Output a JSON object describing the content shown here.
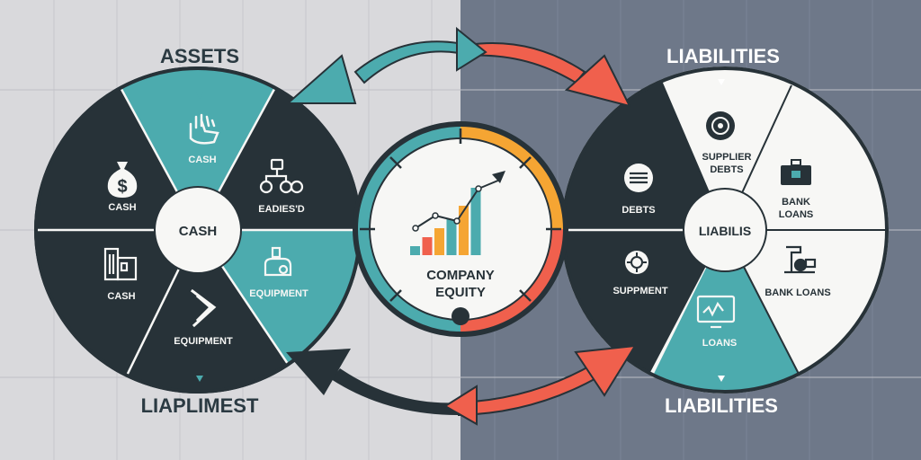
{
  "colors": {
    "left_bg": "#d9d9dc",
    "right_bg": "#6e7889",
    "grid_line": "#c4c4c8",
    "dark": "#273238",
    "teal": "#4cabae",
    "white": "#f7f7f5",
    "orange": "#f5a533",
    "coral": "#f0604d",
    "title_dark": "#2b3a42",
    "title_light": "#ffffff"
  },
  "left": {
    "title_top": "ASSETS",
    "title_bottom": "LIAPLIMEST",
    "center_label": "CASH",
    "segments": {
      "top": {
        "label": "CASH",
        "icon": "hand-icon"
      },
      "top_right": {
        "label": "EADIES'D",
        "icon": "network-icon"
      },
      "bottom_right": {
        "label": "EQUIPMENT",
        "icon": "machine-icon"
      },
      "bottom": {
        "label": "EQUIPMENT",
        "icon": "tool-icon"
      },
      "bottom_left": {
        "label": "CASH",
        "icon": "building-icon"
      },
      "top_left": {
        "label": "CASH",
        "icon": "money-bag-icon",
        "icon_glyph": "$"
      }
    }
  },
  "right": {
    "title_top": "LIABILITIES",
    "title_bottom": "LIABILITIES",
    "center_label": "LIABILIS",
    "segments": {
      "top": {
        "label_line1": "SUPPLIER",
        "label_line2": "DEBTS",
        "icon": "coin-icon"
      },
      "top_right": {
        "label_line1": "BANK",
        "label_line2": "LOANS",
        "icon": "briefcase-icon"
      },
      "bottom_right": {
        "label": "BANK LOANS",
        "icon": "desk-icon"
      },
      "bottom": {
        "label": "LOANS",
        "icon": "monitor-icon"
      },
      "bottom_left": {
        "label": "SUPPMENT",
        "icon": "gear-icon"
      },
      "top_left": {
        "label": "DEBTS",
        "icon": "document-icon"
      }
    }
  },
  "center": {
    "label_line1": "COMPANY",
    "label_line2": "EQUITY",
    "bar_values": [
      1,
      2,
      3,
      4,
      5.5,
      7.5
    ],
    "icon": "growth-chart-icon"
  }
}
